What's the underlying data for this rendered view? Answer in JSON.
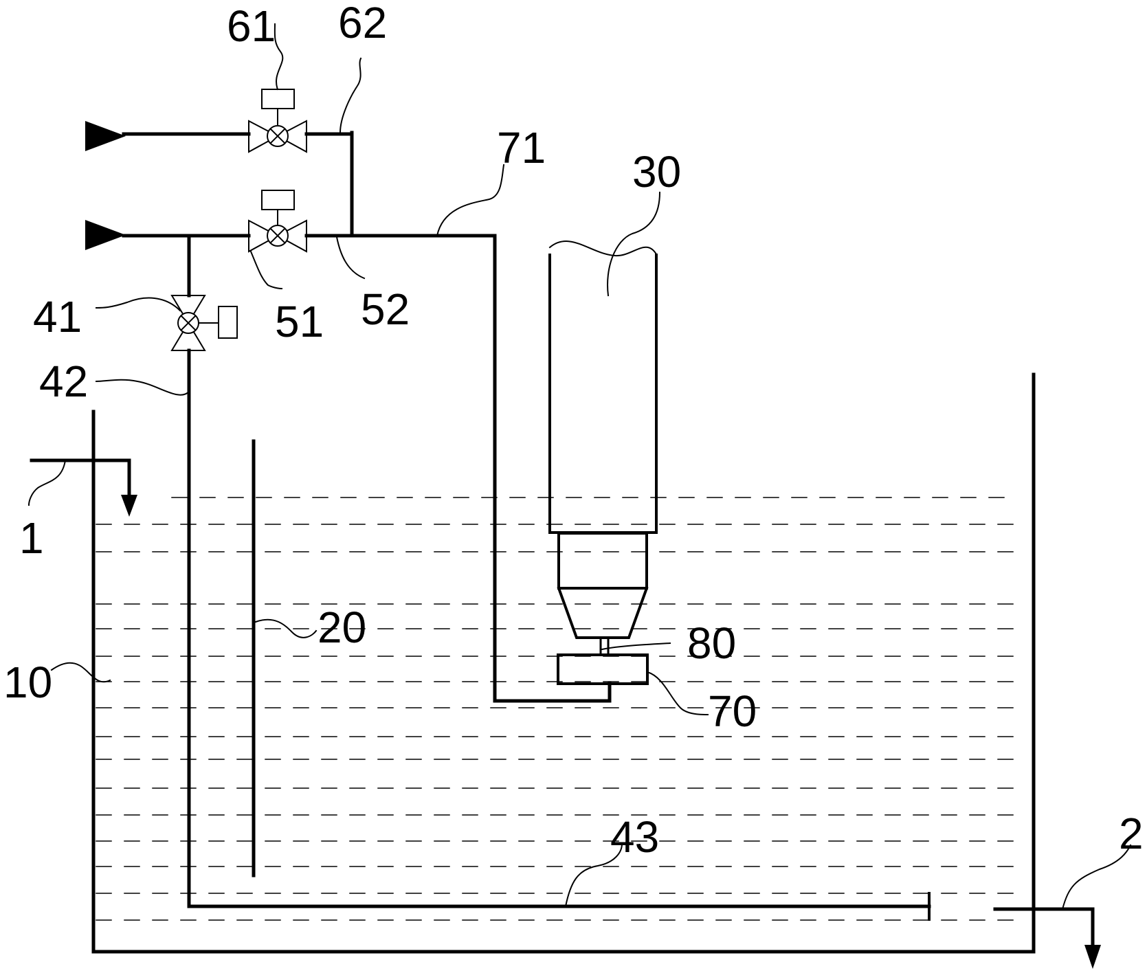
{
  "labels": {
    "l1": "1",
    "l2": "2",
    "l10": "10",
    "l20": "20",
    "l30": "30",
    "l41": "41",
    "l42": "42",
    "l43": "43",
    "l51": "51",
    "l52": "52",
    "l61": "61",
    "l62": "62",
    "l70": "70",
    "l71": "71",
    "l80": "80"
  },
  "colors": {
    "line": "#000000",
    "background": "#ffffff"
  }
}
